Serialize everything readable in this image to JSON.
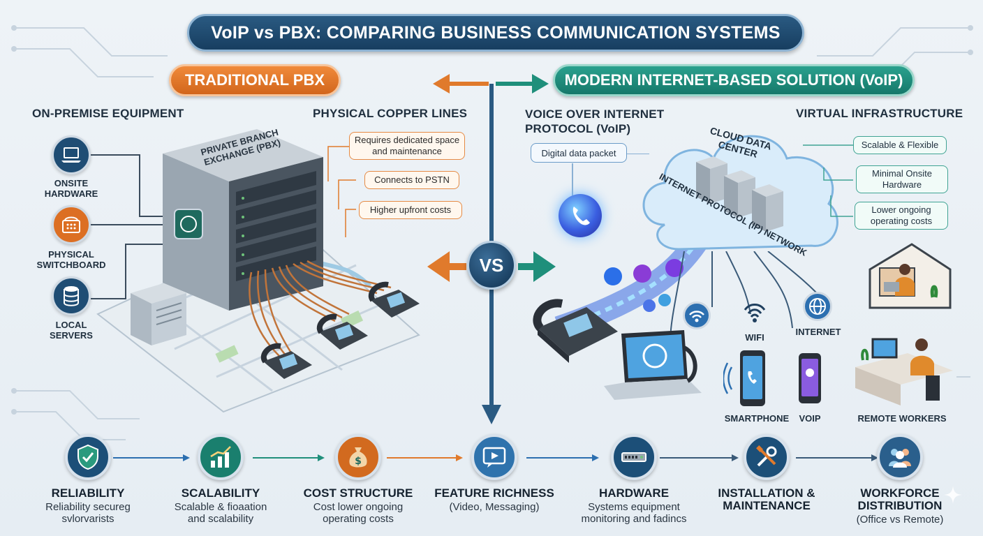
{
  "title": "VoIP vs PBX: COMPARING BUSINESS COMMUNICATION SYSTEMS",
  "left_section": {
    "pill": "TRADITIONAL PBX",
    "heading_left": "ON-PREMISE EQUIPMENT",
    "heading_right": "PHYSICAL COPPER LINES",
    "server_label": "PRIVATE BRANCH EXCHANGE (PBX)",
    "items": [
      {
        "label": "ONSITE HARDWARE",
        "icon": "laptop-icon"
      },
      {
        "label": "PHYSICAL SWITCHBOARD",
        "icon": "desk-phone-icon"
      },
      {
        "label": "LOCAL SERVERS",
        "icon": "database-icon"
      }
    ],
    "callouts": [
      "Requires dedicated space and maintenance",
      "Connects to PSTN",
      "Higher upfront costs"
    ]
  },
  "vs_label": "VS",
  "right_section": {
    "pill": "MODERN INTERNET-BASED SOLUTION (VoIP)",
    "heading_left": "VOICE OVER INTERNET PROTOCOL (VoIP)",
    "heading_right": "VIRTUAL INFRASTRUCTURE",
    "packet_callout": "Digital data packet",
    "cloud_title": "CLOUD DATA CENTER",
    "cloud_network": "INTERNET PROTOCOL (IP) NETWORK",
    "callouts": [
      "Scalable & Flexible",
      "Minimal Onsite Hardware",
      "Lower ongoing operating costs"
    ],
    "device_labels": {
      "internet": "INTERNET",
      "wifi": "WIFI",
      "smartphone": "SMARTPHONE",
      "voip": "VOIP",
      "remote": "REMOTE WORKERS"
    }
  },
  "bottom_items": [
    {
      "title": "RELIABILITY",
      "desc": "Reliability secureg svlorvarists",
      "icon": "shield-check-icon",
      "color": "#1c4f78"
    },
    {
      "title": "SCALABILITY",
      "desc": "Scalable & fioaation and scalability",
      "icon": "growth-chart-icon",
      "color": "#1a7f6e"
    },
    {
      "title": "COST STRUCTURE",
      "desc": "Cost lower ongoing operating costs",
      "icon": "money-bag-icon",
      "color": "#d26a1f"
    },
    {
      "title": "FEATURE RICHNESS",
      "desc": "(Video, Messaging)",
      "icon": "video-message-icon",
      "color": "#2f73ad"
    },
    {
      "title": "HARDWARE",
      "desc": "Systems equipment monitoring and fadincs",
      "icon": "hardware-device-icon",
      "color": "#1c4f78"
    },
    {
      "title": "INSTALLATION & MAINTENANCE",
      "desc": "",
      "icon": "tools-icon",
      "color": "#1c4f78"
    },
    {
      "title": "WORKFORCE DISTRIBUTION",
      "desc": "(Office vs Remote)",
      "icon": "people-icon",
      "color": "#2a5f8c"
    }
  ],
  "colors": {
    "navy": "#173e60",
    "orange": "#d2661c",
    "teal": "#16786a",
    "copper": "#c1743a"
  }
}
